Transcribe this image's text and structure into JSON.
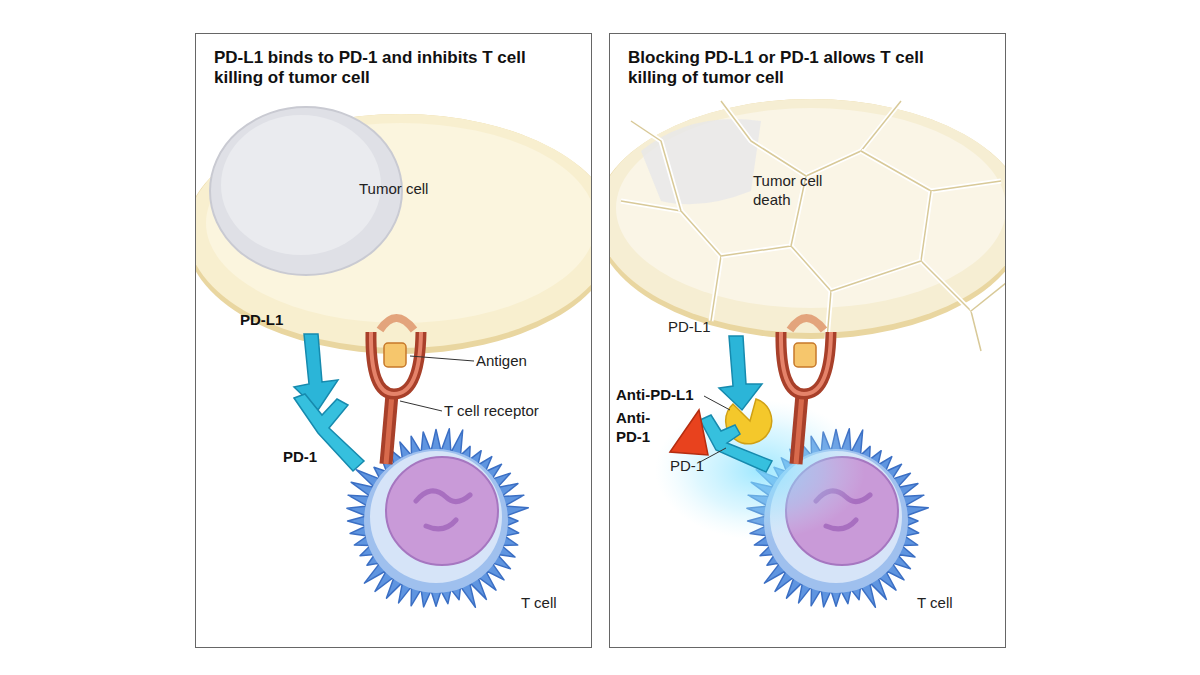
{
  "diagram": {
    "nodes": [
      {
        "text": [
          "PD-L1 binds to PD-1 and inhibits T cell killing of tumor cell"
        ]
      },
      {
        "text": [
          "Tumor cell"
        ],
        "in": 0
      },
      {
        "text": [
          "T cell"
        ],
        "in": 0
      },
      {
        "text": [
          "Blocking PD-L1 or PD-1 allows T cell killing of tumor cell"
        ]
      },
      {
        "text": [
          "Tumor cell death"
        ],
        "in": 3
      },
      {
        "text": [
          "T cell"
        ],
        "in": 3
      }
    ],
    "labels": [
      "PD-L1",
      "Antigen",
      "T cell receptor",
      "PD-1",
      "PD-L1",
      "Anti-PD-L1",
      "Anti- PD-1",
      "PD-1"
    ]
  }
}
